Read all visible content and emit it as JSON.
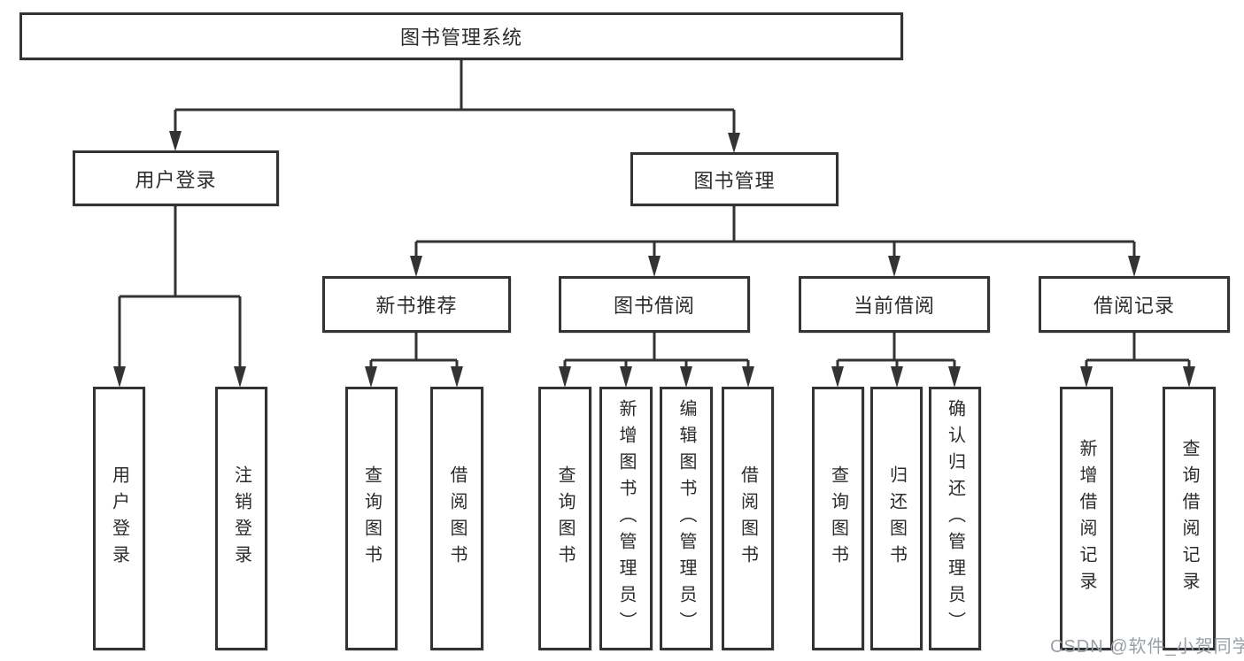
{
  "root": {
    "label": "图书管理系统"
  },
  "branches": [
    {
      "label": "用户登录",
      "children": [
        {
          "label": "用户登录"
        },
        {
          "label": "注销登录"
        }
      ]
    },
    {
      "label": "图书管理",
      "children": [
        {
          "label": "新书推荐",
          "children": [
            {
              "label": "查询图书"
            },
            {
              "label": "借阅图书"
            }
          ]
        },
        {
          "label": "图书借阅",
          "children": [
            {
              "label": "查询图书"
            },
            {
              "label": "新增图书（管理员）"
            },
            {
              "label": "编辑图书（管理员）"
            },
            {
              "label": "借阅图书"
            }
          ]
        },
        {
          "label": "当前借阅",
          "children": [
            {
              "label": "查询图书"
            },
            {
              "label": "归还图书"
            },
            {
              "label": "确认归还（管理员）"
            }
          ]
        },
        {
          "label": "借阅记录",
          "children": [
            {
              "label": "新增借阅记录"
            },
            {
              "label": "查询借阅记录"
            }
          ]
        }
      ]
    }
  ],
  "watermark": {
    "text": "CSDN @软件_小贺同学"
  },
  "colors": {
    "line": "#333333",
    "text": "#2b2b2b",
    "node_fill": "#ffffff",
    "watermark": "#9aa0a6",
    "background": "#ffffff"
  }
}
